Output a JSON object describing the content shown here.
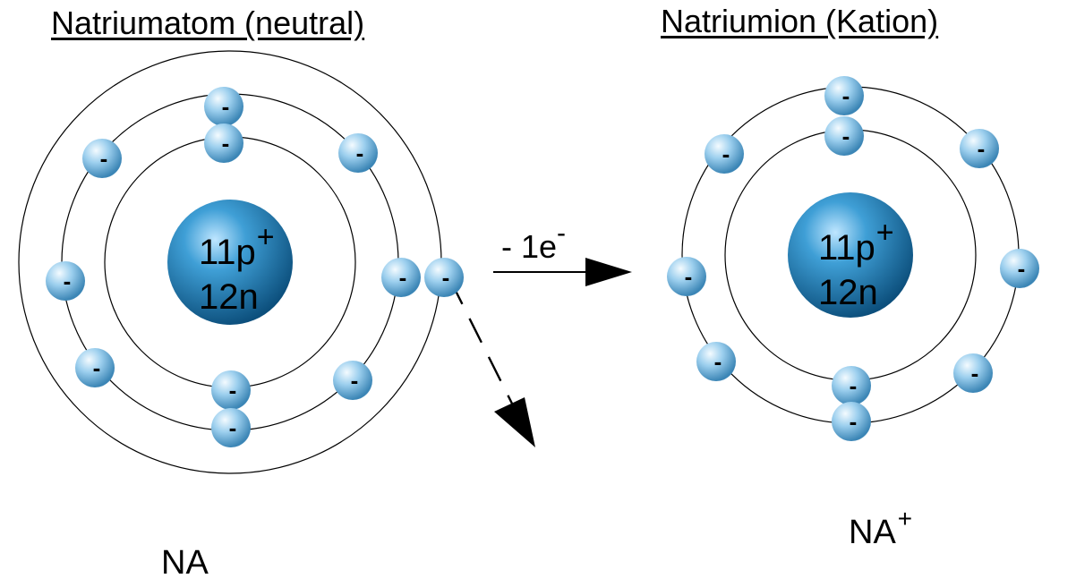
{
  "titles": {
    "left": "Natriumatom (neutral)",
    "right": "Natriumion (Kation)"
  },
  "nucleus": {
    "protons": "11p",
    "proton_charge": "+",
    "neutrons": "12n"
  },
  "electron_symbol": "-",
  "transition": {
    "label": "- 1e",
    "charge": "-"
  },
  "labels": {
    "atom": "NA",
    "ion": "NA",
    "ion_charge": "+"
  },
  "colors": {
    "nucleus": "#1f7fb8",
    "electron": "#8cc4e6",
    "line": "#000000"
  }
}
